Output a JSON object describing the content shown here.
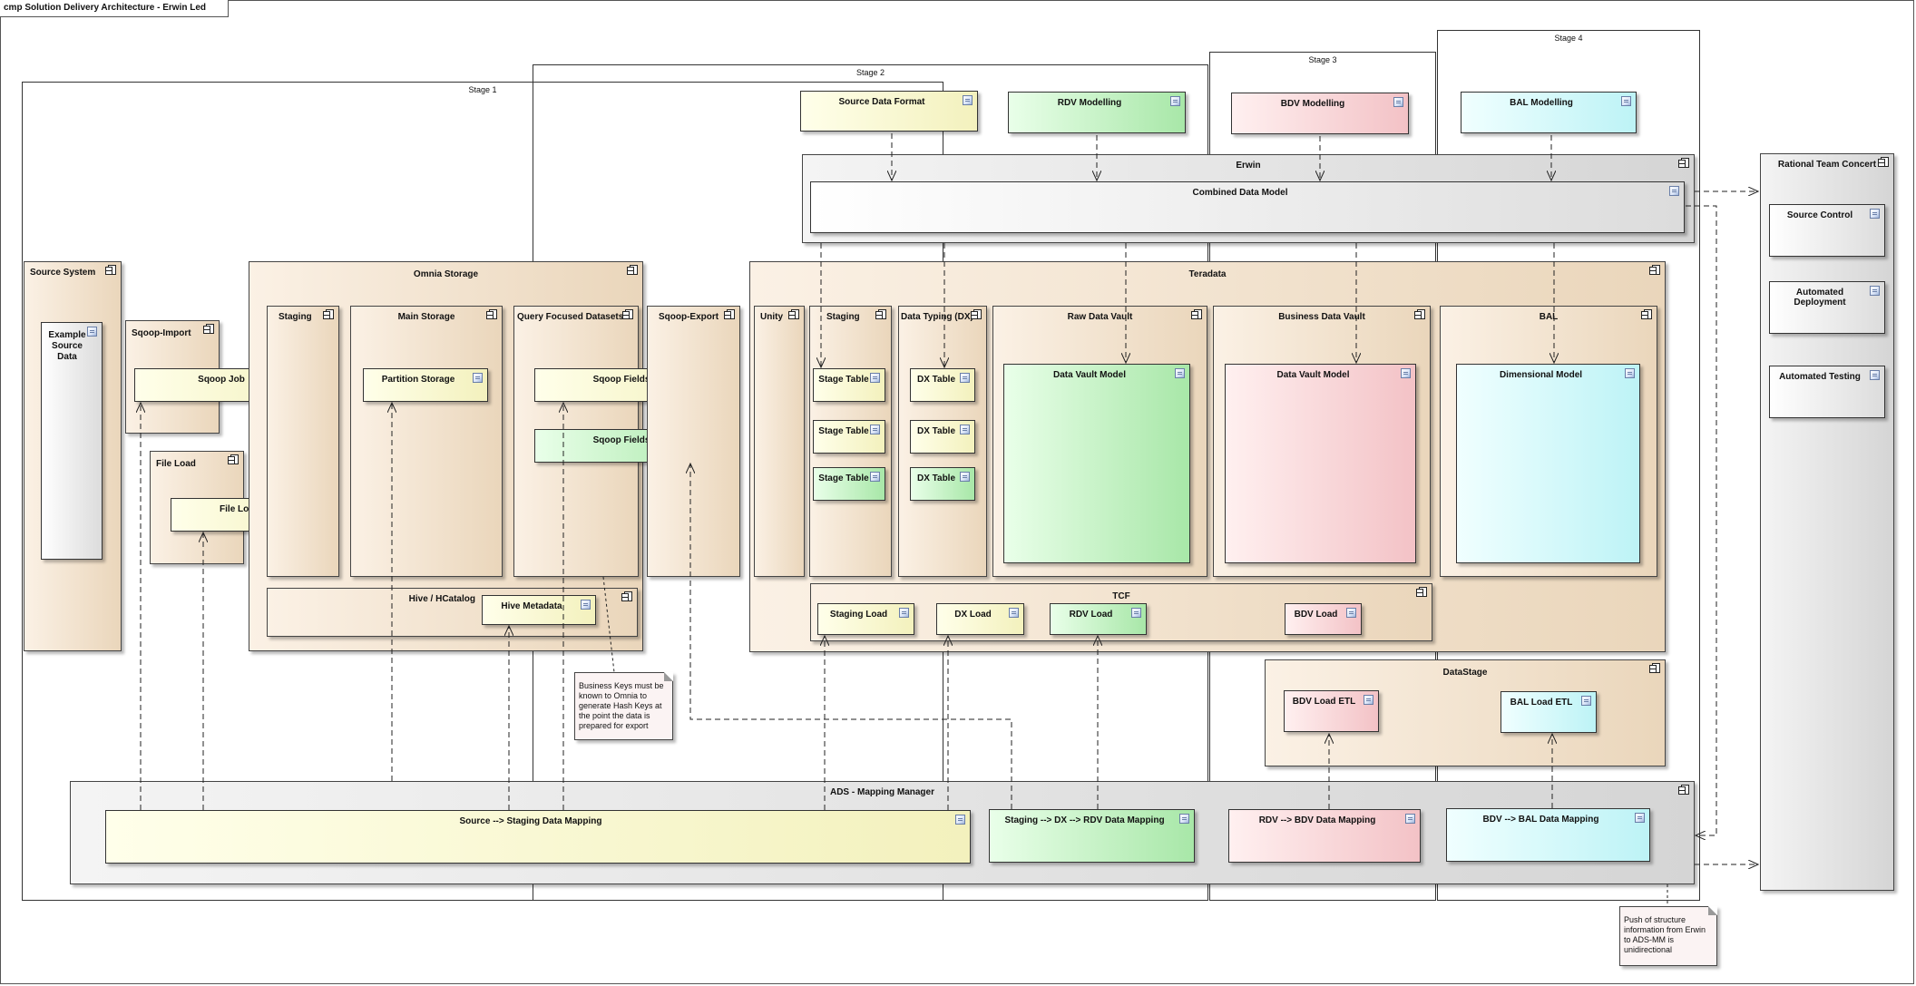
{
  "diagram_title": "cmp Solution Delivery Architecture - Erwin Led",
  "stages": {
    "s1": "Stage 1",
    "s2": "Stage 2",
    "s3": "Stage 3",
    "s4": "Stage 4"
  },
  "modelling": {
    "source_format": "Source Data Format",
    "rdv": "RDV Modelling",
    "bdv": "BDV Modelling",
    "bal": "BAL Modelling"
  },
  "erwin": {
    "title": "Erwin",
    "combined": "Combined Data Model"
  },
  "rtc": {
    "title": "Rational Team Concert",
    "source_control": "Source Control",
    "deployment": "Automated Deployment",
    "testing": "Automated Testing"
  },
  "source_system": {
    "title": "Source System",
    "example": "Example Source Data"
  },
  "sqoop_import": {
    "title": "Sqoop-Import",
    "job": "Sqoop Job"
  },
  "file_load": {
    "title": "File Load",
    "inner": "File Load"
  },
  "omnia": {
    "title": "Omnia Storage",
    "staging": "Staging",
    "main_storage": "Main Storage",
    "partition": "Partition Storage",
    "qfd": "Query Focused Datasets",
    "sqoop_fields_1": "Sqoop Fields",
    "sqoop_fields_2": "Sqoop Fields",
    "hive": "Hive / HCatalog",
    "hive_metadata": "Hive Metadata"
  },
  "sqoop_export": {
    "title": "Sqoop-Export"
  },
  "teradata": {
    "title": "Teradata",
    "unity": "Unity",
    "staging": "Staging",
    "stage_tables": [
      "Stage Table",
      "Stage Table",
      "Stage Table"
    ],
    "dx": "Data Typing (DX)",
    "dx_tables": [
      "DX Table",
      "DX Table",
      "DX Table"
    ],
    "rdv": "Raw Data Vault",
    "rdv_model": "Data Vault Model",
    "bdv": "Business Data Vault",
    "bdv_model": "Data Vault Model",
    "bal": "BAL",
    "bal_model": "Dimensional Model",
    "tcf": "TCF",
    "staging_load": "Staging Load",
    "dx_load": "DX Load",
    "rdv_load": "RDV Load",
    "bdv_load": "BDV Load"
  },
  "datastage": {
    "title": "DataStage",
    "bdv_etl": "BDV Load ETL",
    "bal_etl": "BAL Load ETL"
  },
  "ads": {
    "title": "ADS - Mapping Manager",
    "src_staging": "Source --> Staging Data Mapping",
    "staging_dx_rdv": "Staging --> DX --> RDV Data Mapping",
    "rdv_bdv": "RDV --> BDV Data Mapping",
    "bdv_bal": "BDV --> BAL Data Mapping"
  },
  "notes": {
    "business_keys": "Business Keys must be known to Omnia to generate Hash Keys at the point the data is prepared for export",
    "push": "Push of structure information from Erwin to ADS-MM is unidirectional"
  },
  "colors": {
    "tan": "#f3e4d0",
    "yellow": "#f8f6cf",
    "green": "#c3f0c3",
    "pink": "#f8d9db",
    "cyan": "#d7f8fa",
    "grey": "#e6e6e6"
  }
}
